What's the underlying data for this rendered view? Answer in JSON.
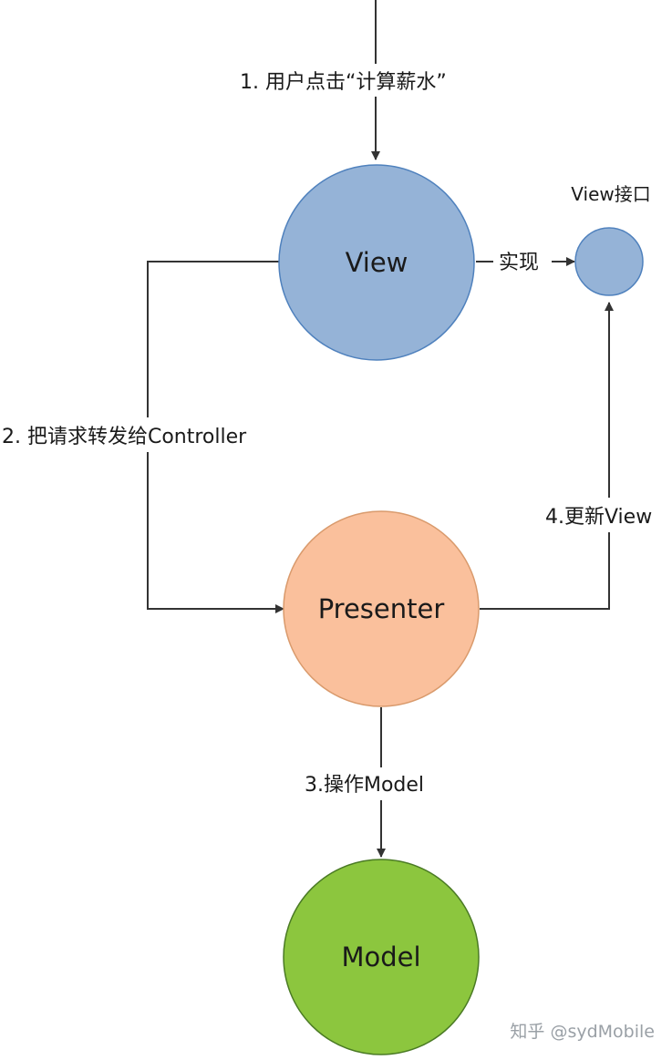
{
  "nodes": {
    "view": {
      "label": "View",
      "fill": "#95b3d7",
      "stroke": "#4f81bd"
    },
    "view_interface": {
      "label": "View接口",
      "fill": "#95b3d7",
      "stroke": "#4f81bd"
    },
    "presenter": {
      "label": "Presenter",
      "fill": "#fac09c",
      "stroke": "#d99a6c"
    },
    "model": {
      "label": "Model",
      "fill": "#8cc63e",
      "stroke": "#4a7a24"
    }
  },
  "edges": {
    "step1": "1. 用户点击“计算薪水”",
    "implements": "实现",
    "step2": "2. 把请求转发给Controller",
    "step3": "3.操作Model",
    "step4": "4.更新View"
  },
  "watermark": "知乎 @sydMobile",
  "colors": {
    "line": "#333333",
    "text": "#1a1a1a",
    "watermark": "#9aa0a6"
  }
}
